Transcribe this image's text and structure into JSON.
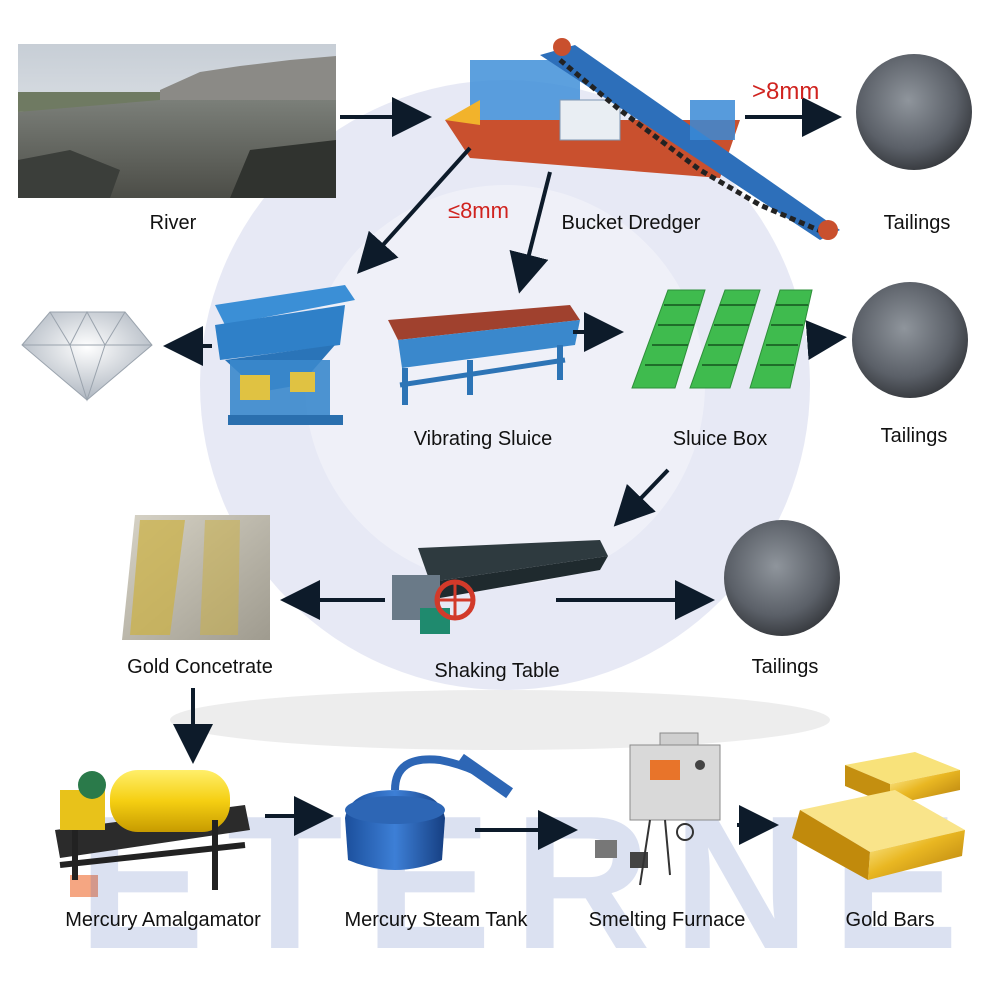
{
  "labels": {
    "river": "River",
    "bucket_dredger": "Bucket Dredger",
    "tailings_1": "Tailings",
    "vibrating_sluice": "Vibrating Sluice",
    "sluice_box": "Sluice Box",
    "tailings_2": "Tailings",
    "gold_concentrate": "Gold Concetrate",
    "shaking_table": "Shaking Table",
    "tailings_3": "Tailings",
    "mercury_amalgamator": "Mercury Amalgamator",
    "mercury_steam_tank": "Mercury Steam Tank",
    "smelting_furnace": "Smelting Furnace",
    "gold_bars": "Gold Bars"
  },
  "size_labels": {
    "over": ">8mm",
    "under": "≤8mm"
  },
  "watermark": "ETERNE",
  "colors": {
    "arrow": "#0d1b2a",
    "size_label": "#d0231f",
    "equipment_blue": "#2f8fd8",
    "sluice_green": "#38b54a",
    "gold": "#e2b21c",
    "watermark_blue": "#3f5fb5",
    "watermark_orange": "#ef6a2e"
  }
}
